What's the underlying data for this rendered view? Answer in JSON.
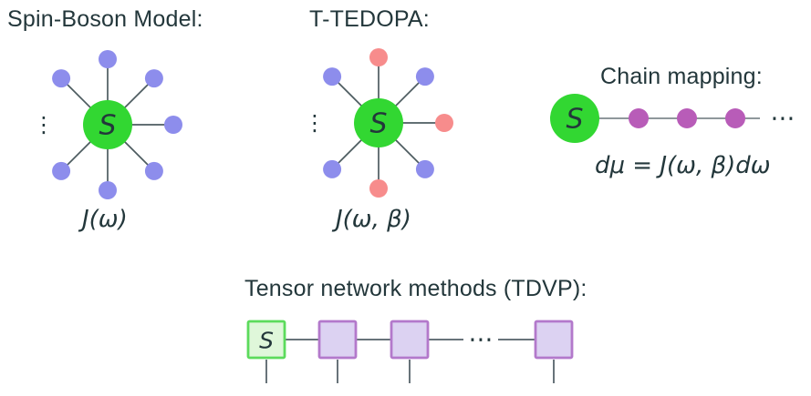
{
  "colors": {
    "background": "#ffffff",
    "text": "#23373b",
    "node_green": "#32d732",
    "node_purple": "#8d8dec",
    "node_red": "#f78c8c",
    "chain_purple": "#b85cb8",
    "edge": "#4d5c60",
    "chain_edge": "#7f8a8d",
    "tensor_line": "#68737a",
    "square_green_fill": "#dff7da",
    "square_green_border": "#5cdb5c",
    "square_purple_fill": "#dcd2f2",
    "square_purple_border": "#b379cb"
  },
  "panels": {
    "spin_boson": {
      "title": "Spin-Boson Model:",
      "center_label": "S",
      "formula": "J(ω)",
      "ellipsis": "⋮",
      "satellites": [
        {
          "angle": 90,
          "color": "purple"
        },
        {
          "angle": 45,
          "color": "purple"
        },
        {
          "angle": 135,
          "color": "purple"
        },
        {
          "angle": 0,
          "color": "purple"
        },
        {
          "angle": -45,
          "color": "purple"
        },
        {
          "angle": -90,
          "color": "purple"
        },
        {
          "angle": -135,
          "color": "purple"
        }
      ]
    },
    "t_tedopa": {
      "title": "T-TEDOPA:",
      "center_label": "S",
      "formula": "J(ω, β)",
      "ellipsis": "⋮",
      "satellites": [
        {
          "angle": 90,
          "color": "red"
        },
        {
          "angle": 45,
          "color": "purple"
        },
        {
          "angle": 135,
          "color": "purple"
        },
        {
          "angle": 0,
          "color": "red"
        },
        {
          "angle": -45,
          "color": "purple"
        },
        {
          "angle": -90,
          "color": "red"
        },
        {
          "angle": -135,
          "color": "purple"
        }
      ]
    },
    "chain_mapping": {
      "title": "Chain mapping:",
      "center_label": "S",
      "formula": "dμ = J(ω, β)dω",
      "ellipsis": "⋯",
      "chain_node_count": 3
    },
    "tensor_network": {
      "title": "Tensor network methods (TDVP):",
      "center_label": "S",
      "ellipsis": "⋯",
      "squares_before_dots": 2,
      "squares_after_dots": 1
    }
  }
}
